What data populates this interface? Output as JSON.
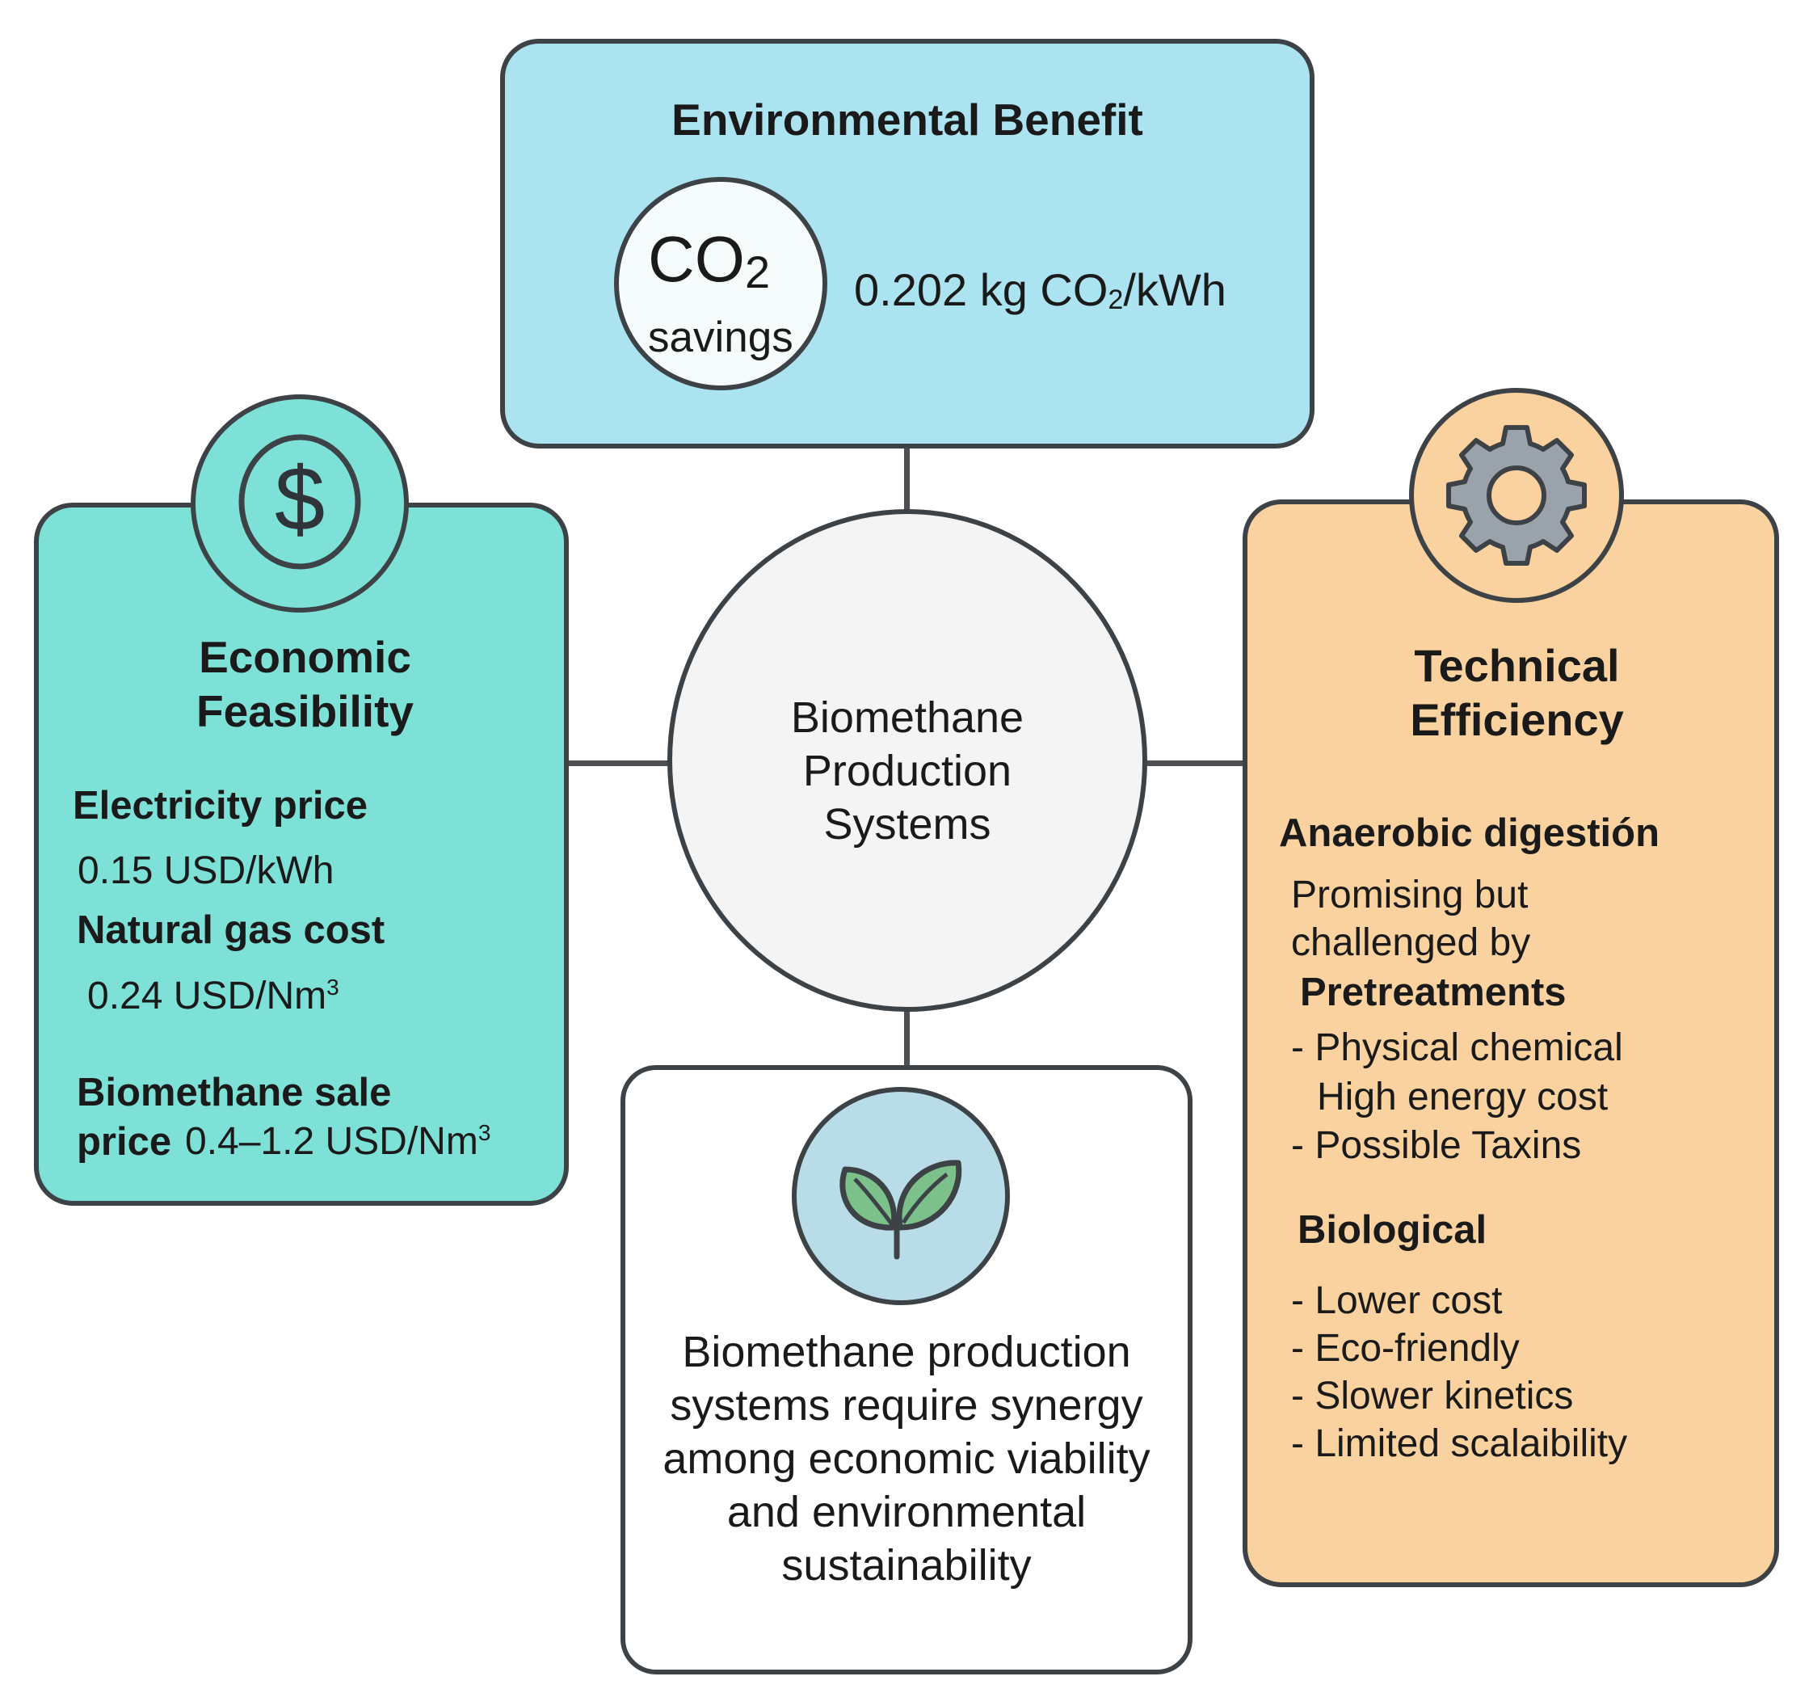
{
  "center": {
    "line1": "Biomethane",
    "line2": "Production",
    "line3": "Systems"
  },
  "environmental": {
    "title": "Environmental Benefit",
    "co2_label": "CO",
    "co2_subscript": "2",
    "savings_label": "savings",
    "value_prefix": "0.202 kg CO",
    "value_subscript": "2",
    "value_suffix": "/kWh"
  },
  "economic": {
    "title_line1": "Economic",
    "title_line2": "Feasibility",
    "electricity_label": "Electricity price",
    "electricity_value": "0.15 USD/kWh",
    "gas_label": "Natural gas cost",
    "gas_value": "0.24 USD/Nm",
    "gas_value_sup": "3",
    "sale_label_line1": "Biomethane sale",
    "sale_label_line2": "price",
    "sale_value": "0.4–1.2 USD/Nm",
    "sale_value_sup": "3",
    "icon": "dollar-icon"
  },
  "technical": {
    "title_line1": "Technical",
    "title_line2": "Efficiency",
    "anaerobic_heading": "Anaerobic digestión",
    "anaerobic_line1": "Promising but",
    "anaerobic_line2": "challenged by",
    "pretreatments_heading": "Pretreatments",
    "pre_item1_line1": "- Physical chemical",
    "pre_item1_line2": "High energy cost",
    "pre_item2": "- Possible Taxins",
    "biological_heading": "Biological",
    "bio_items": [
      "- Lower cost",
      "- Eco-friendly",
      "- Slower kinetics",
      "- Limited scalaibility"
    ],
    "icon": "gear-icon"
  },
  "sustainability": {
    "lines": [
      "Biomethane production",
      "systems require synergy",
      "among economic viability",
      "and environmental",
      "sustainability"
    ],
    "icon": "leaf-icon"
  },
  "colors": {
    "environmental_fill": "#ace3f0",
    "economic_fill": "#7ee1d7",
    "technical_fill": "#fad2a0",
    "leaf_circle_fill": "#b8dde8",
    "leaf_fill": "#7cc08a",
    "outline": "#3d4246"
  }
}
